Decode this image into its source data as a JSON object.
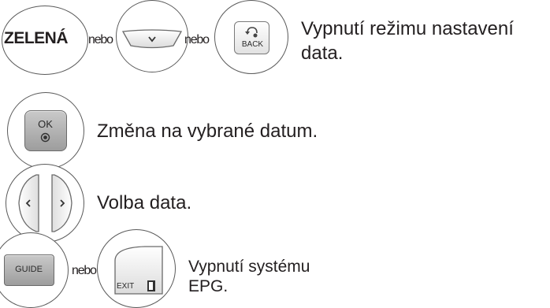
{
  "row1": {
    "green_key": "ZELENÁ",
    "sep1": "nebo",
    "down_key_icon": "chevron-down-icon",
    "sep2": "nebo",
    "back_key": "BACK",
    "back_key_icon": "back-arrow-icon",
    "desc": "Vypnutí režimu nastavení data."
  },
  "row2": {
    "ok_key": "OK",
    "ok_key_icon": "dot-icon",
    "desc": "Změna na vybrané datum."
  },
  "row3": {
    "left_key_icon": "chevron-left-icon",
    "right_key_icon": "chevron-right-icon",
    "desc": "Volba data."
  },
  "row4": {
    "guide_key": "GUIDE",
    "sep": "nebo",
    "exit_key": "EXIT",
    "exit_key_icon": "door-icon",
    "desc": "Vypnutí systému EPG."
  }
}
